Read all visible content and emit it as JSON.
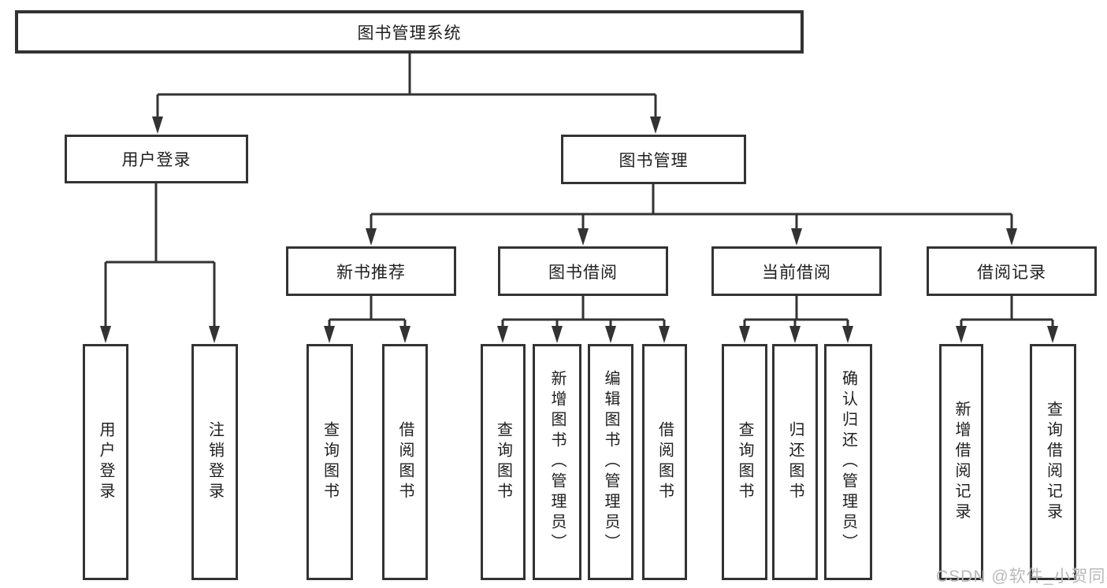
{
  "diagram_type": "hierarchy-tree",
  "tree": {
    "label": "图书管理系统",
    "children": [
      {
        "label": "用户登录",
        "children": [
          {
            "label": "用户登录"
          },
          {
            "label": "注销登录"
          }
        ]
      },
      {
        "label": "图书管理",
        "children": [
          {
            "label": "新书推荐",
            "children": [
              {
                "label": "查询图书"
              },
              {
                "label": "借阅图书"
              }
            ]
          },
          {
            "label": "图书借阅",
            "children": [
              {
                "label": "查询图书"
              },
              {
                "label": "新增图书（管理员）"
              },
              {
                "label": "编辑图书（管理员）"
              },
              {
                "label": "借阅图书"
              }
            ]
          },
          {
            "label": "当前借阅",
            "children": [
              {
                "label": "查询图书"
              },
              {
                "label": "归还图书"
              },
              {
                "label": "确认归还（管理员）"
              }
            ]
          },
          {
            "label": "借阅记录",
            "children": [
              {
                "label": "新增借阅记录"
              },
              {
                "label": "查询借阅记录"
              }
            ]
          }
        ]
      }
    ]
  },
  "watermark": {
    "text": "CSDN @软件_小贺同学"
  },
  "colors": {
    "line": "#333333",
    "text": "#1f1f1f",
    "watermark": "#b9b9b9",
    "background": "#ffffff"
  }
}
